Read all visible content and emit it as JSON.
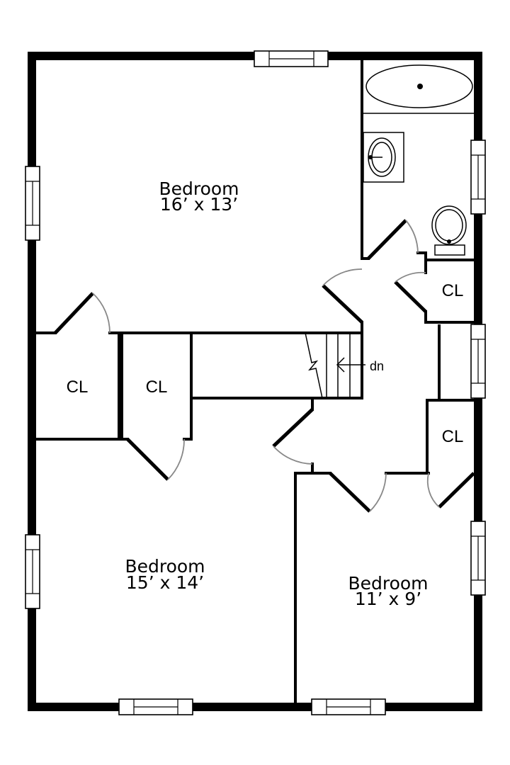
{
  "rooms": {
    "bedroom_top": {
      "name": "Bedroom",
      "dims": "16’ x 13’"
    },
    "bedroom_left": {
      "name": "Bedroom",
      "dims": "15’ x 14’"
    },
    "bedroom_right": {
      "name": "Bedroom",
      "dims": "11’ x 9’"
    }
  },
  "closets": {
    "left": "CL",
    "middle": "CL",
    "bath_side": "CL",
    "right": "CL"
  },
  "stairs": {
    "label": "dn"
  }
}
